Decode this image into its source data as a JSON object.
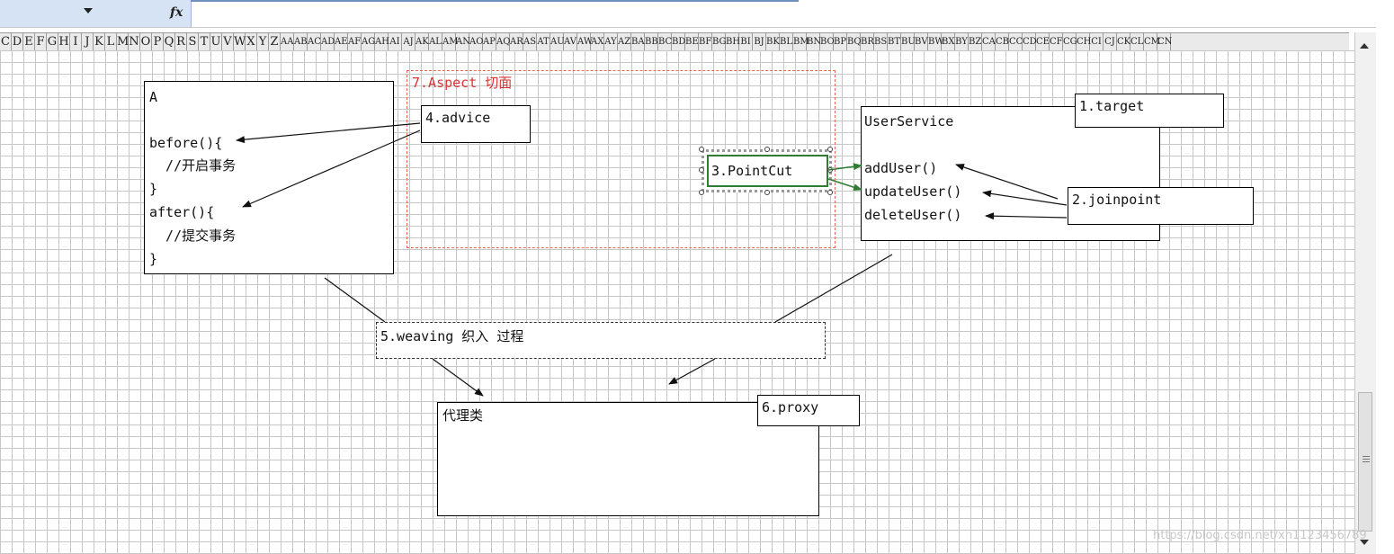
{
  "formula_bar": {
    "fx_label": "fx",
    "dropdown_icon": "chevron-down-icon"
  },
  "column_headers": [
    "C",
    "D",
    "E",
    "F",
    "G",
    "H",
    "I",
    "J",
    "K",
    "L",
    "M",
    "N",
    "O",
    "P",
    "Q",
    "R",
    "S",
    "T",
    "U",
    "V",
    "W",
    "X",
    "Y",
    "Z",
    "AA",
    "AB",
    "AC",
    "AD",
    "AE",
    "AF",
    "AG",
    "AH",
    "AI",
    "AJ",
    "AK",
    "AL",
    "AM",
    "AN",
    "AO",
    "AP",
    "AQ",
    "AR",
    "AS",
    "AT",
    "AU",
    "AV",
    "AW",
    "AX",
    "AY",
    "AZ",
    "BA",
    "BB",
    "BC",
    "BD",
    "BE",
    "BF",
    "BG",
    "BH",
    "BI",
    "BJ",
    "BK",
    "BL",
    "BM",
    "BN",
    "BO",
    "BP",
    "BQ",
    "BR",
    "BS",
    "BT",
    "BU",
    "BV",
    "BW",
    "BX",
    "BY",
    "BZ",
    "CA",
    "CB",
    "CC",
    "CD",
    "CE",
    "CF",
    "CG",
    "CH",
    "CI",
    "CJ",
    "CK",
    "CL",
    "CM",
    "CN"
  ],
  "diagram": {
    "class_a": {
      "title": "A",
      "line1": "before(){",
      "line2": "  //开启事务",
      "line3": "}",
      "line4": "after(){",
      "line5": "  //提交事务",
      "line6": "}"
    },
    "aspect": {
      "title": "7.Aspect 切面"
    },
    "advice": {
      "label": "4.advice"
    },
    "pointcut": {
      "label": "3.PointCut"
    },
    "user_service": {
      "title": "UserService",
      "method1": "addUser()",
      "method2": "updateUser()",
      "method3": "deleteUser()"
    },
    "target": {
      "label": "1.target"
    },
    "joinpoint": {
      "label": "2.joinpoint"
    },
    "weaving": {
      "label": "5.weaving 织入 过程"
    },
    "proxy_class": {
      "title": "代理类"
    },
    "proxy": {
      "label": "6.proxy"
    }
  },
  "watermark": "https://blog.csdn.net/xh1123456789",
  "colors": {
    "aspect_border": "#e36a5a",
    "pointcut_border": "#2e7d32",
    "name_box_bg": "#d5e3f5"
  }
}
